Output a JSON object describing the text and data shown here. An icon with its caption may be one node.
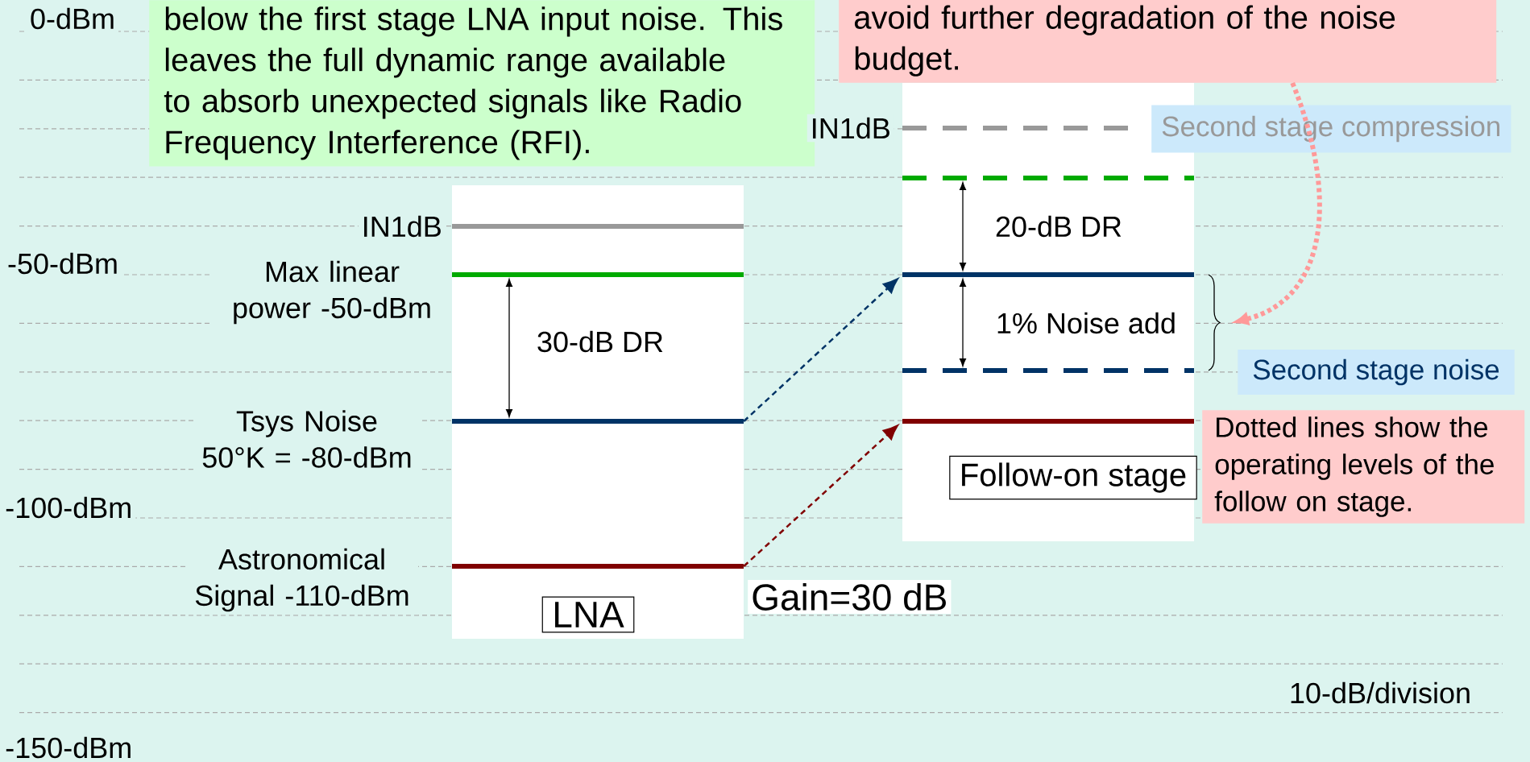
{
  "diagram": {
    "nodes": [
      {
        "text": [
          "below the first stage LNA input noise. This leaves the full dynamic range available to absorb unexpected signals like Radio Frequency Interference (RFI)."
        ]
      },
      {
        "text": [
          "avoid further degradation of the noise budget."
        ]
      },
      {
        "text": [
          "Second stage compression"
        ]
      },
      {
        "text": [
          "Second stage noise"
        ]
      },
      {
        "text": [
          "Dotted lines show the operating levels of the follow on stage."
        ]
      },
      {
        "text": [
          "LNA"
        ]
      },
      {
        "text": [
          "Follow-on stage"
        ]
      },
      {
        "text": [],
        "shape": "bar"
      },
      {
        "text": [],
        "shape": "bar"
      },
      {
        "text": [],
        "shape": "bar"
      },
      {
        "text": [],
        "shape": "bar"
      }
    ],
    "edges": [
      {
        "from": 7,
        "to": 9,
        "arrow": "to",
        "style": "dashed",
        "color": "#003366"
      },
      {
        "from": 8,
        "to": 10,
        "arrow": "to",
        "style": "dashed",
        "color": "#800000"
      },
      {
        "from": 1,
        "to": null,
        "arrow": "to",
        "style": "dashed",
        "color": "#ff9999"
      }
    ],
    "labels": [
      "0-dBm",
      "IN1dB",
      "20-dB DR",
      "IN1dB",
      "-50-dBm",
      "Max linear power -50-dBm",
      "1% Noise add",
      "30-dB DR",
      "Tsys Noise 50°K = -80-dBm",
      "-100-dBm",
      "Astronomical Signal -110-dBm",
      "Gain=30 dB",
      "10-dB/division",
      "-150-dBm"
    ]
  }
}
